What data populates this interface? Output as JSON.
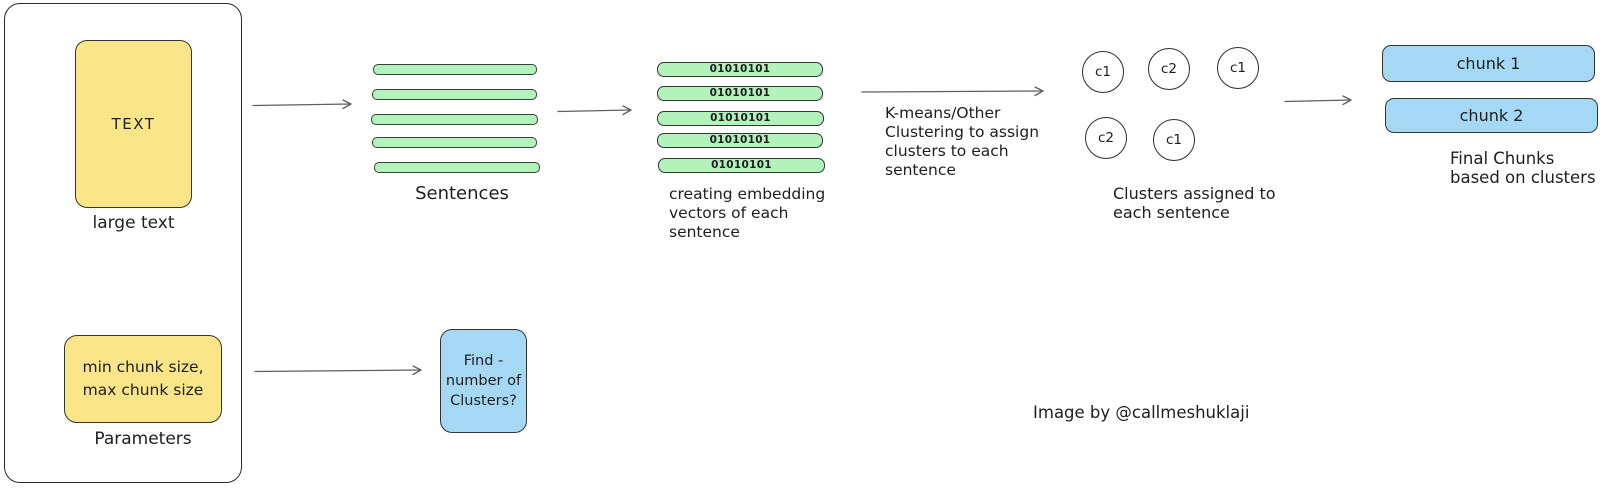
{
  "colors": {
    "yellow_fill": "#fae588",
    "green_fill": "#b2f2bb",
    "blue_fill": "#a5d8f5",
    "ink": "#1e1e1e",
    "arrow": "#5f5f5f"
  },
  "input_panel": {
    "text_box_label": "TEXT",
    "text_box_caption": "large text",
    "params_lines": [
      "min chunk size,",
      "max chunk size"
    ],
    "params_caption": "Parameters"
  },
  "sentences": {
    "caption": "Sentences",
    "bar_count": 5
  },
  "embeddings": {
    "rows": [
      "01010101",
      "01010101",
      "01010101",
      "01010101",
      "01010101"
    ],
    "caption_lines": [
      "creating embedding",
      "vectors of each",
      "sentence"
    ]
  },
  "clustering_step": {
    "caption_lines": [
      "K-means/Other",
      "Clustering to assign",
      "clusters to each",
      "sentence"
    ]
  },
  "clusters": {
    "labels": [
      "c1",
      "c2",
      "c1",
      "c2",
      "c1"
    ],
    "caption_lines": [
      "Clusters assigned to",
      "each sentence"
    ]
  },
  "chunks": {
    "items": [
      "chunk 1",
      "chunk 2"
    ],
    "caption_lines": [
      "Final Chunks",
      "based on clusters"
    ]
  },
  "find_clusters_box": {
    "lines": [
      "Find -",
      "number of",
      "Clusters?"
    ]
  },
  "credit": "Image by @callmeshuklaji"
}
